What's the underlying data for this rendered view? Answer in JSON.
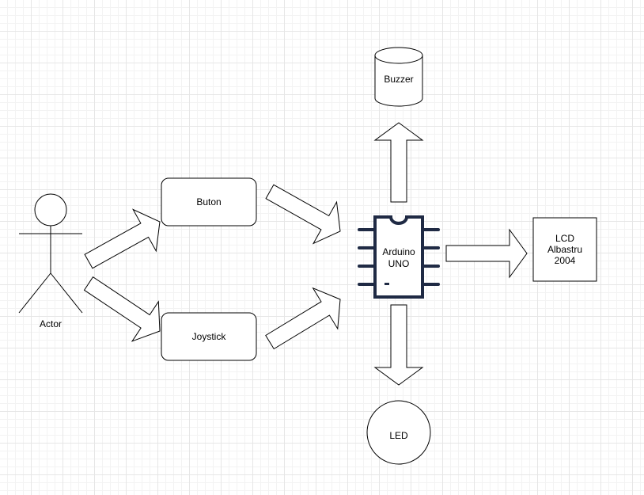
{
  "nodes": {
    "actor": "Actor",
    "buton": "Buton",
    "joystick": "Joystick",
    "arduino_line1": "Arduino",
    "arduino_line2": "UNO",
    "buzzer": "Buzzer",
    "lcd_line1": "LCD",
    "lcd_line2": "Albastru",
    "lcd_line3": "2004",
    "led": "LED"
  }
}
